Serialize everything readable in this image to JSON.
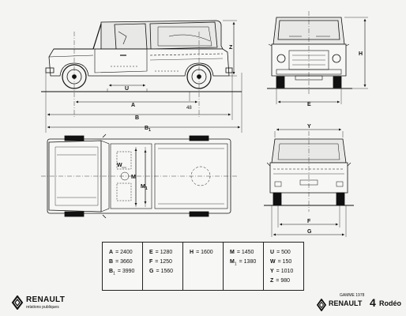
{
  "dimension_labels": {
    "U": "U",
    "A": "A",
    "B": "B",
    "B1_main": "B",
    "B1_sub": "1",
    "Z": "Z",
    "H": "H",
    "E": "E",
    "Y": "Y",
    "F": "F",
    "G": "G",
    "W": "W",
    "M": "M",
    "M1_main": "M",
    "M1_sub": "1",
    "small_48": "48"
  },
  "spec_table": {
    "columns": [
      [
        {
          "key": "A",
          "sub": "",
          "value": "= 2400"
        },
        {
          "key": "B",
          "sub": "",
          "value": "= 3660"
        },
        {
          "key": "B",
          "sub": "1",
          "value": "= 3990"
        }
      ],
      [
        {
          "key": "E",
          "sub": "",
          "value": "= 1280"
        },
        {
          "key": "F",
          "sub": "",
          "value": "= 1250"
        },
        {
          "key": "G",
          "sub": "",
          "value": "= 1560"
        }
      ],
      [
        {
          "key": "H",
          "sub": "",
          "value": "= 1600"
        }
      ],
      [
        {
          "key": "M",
          "sub": "",
          "value": "= 1450"
        },
        {
          "key": "M",
          "sub": "1",
          "value": "= 1380"
        }
      ],
      [
        {
          "key": "U",
          "sub": "",
          "value": "= 500"
        },
        {
          "key": "W",
          "sub": "",
          "value": "= 150"
        },
        {
          "key": "Y",
          "sub": "",
          "value": "= 1010"
        },
        {
          "key": "Z",
          "sub": "",
          "value": "= 980"
        }
      ]
    ]
  },
  "footer": {
    "brand_name": "RENAULT",
    "brand_subtitle": "relations publiques",
    "range_label": "GAMME 1978",
    "model_brand": "RENAULT",
    "model_number": "4",
    "model_name": "Rodéo"
  }
}
